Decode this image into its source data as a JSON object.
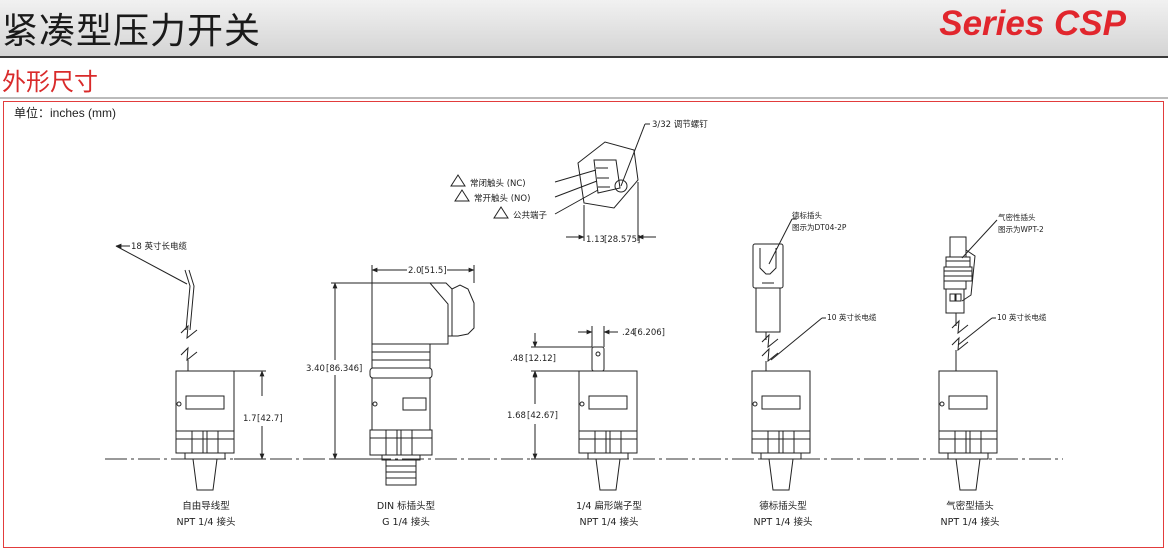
{
  "header": {
    "title": "紧凑型压力开关",
    "series": "Series CSP"
  },
  "section_title": "外形尺寸",
  "units_label": "单位：inches (mm)",
  "top_view": {
    "screw_label": "3/32 调节螺钉",
    "nc_label": "常闭触头 (NC)",
    "no_label": "常开触头 (NO)",
    "com_label": "公共端子",
    "width_dim": "1.13",
    "width_dim_mm": "[28.575]"
  },
  "models": [
    {
      "name": "自由导线型",
      "thread": "NPT 1/4 接头",
      "cable_label": "18 英寸长电缆",
      "height_dim": "1.7",
      "height_dim_mm": "[42.7]"
    },
    {
      "name": "DIN 标插头型",
      "thread": "G 1/4 接头",
      "width_dim": "2.0",
      "width_dim_mm": "[51.5]",
      "height_dim": "3.40",
      "height_dim_mm": "[86.346]"
    },
    {
      "name": "1/4 扁形端子型",
      "thread": "NPT 1/4 接头",
      "tab_width": ".24",
      "tab_width_mm": "[6.206]",
      "tab_height": ".48",
      "tab_height_mm": "[12.12]",
      "height_dim": "1.68",
      "height_dim_mm": "[42.67]"
    },
    {
      "name": "德标插头型",
      "thread": "NPT 1/4 接头",
      "connector_label": "德标插头",
      "connector_note": "图示为DT04-2P",
      "cable_label": "10 英寸长电缆"
    },
    {
      "name": "气密型插头",
      "thread": "NPT 1/4 接头",
      "connector_label": "气密性插头",
      "connector_note": "图示为WPT-2",
      "cable_label": "10 英寸长电缆"
    }
  ]
}
